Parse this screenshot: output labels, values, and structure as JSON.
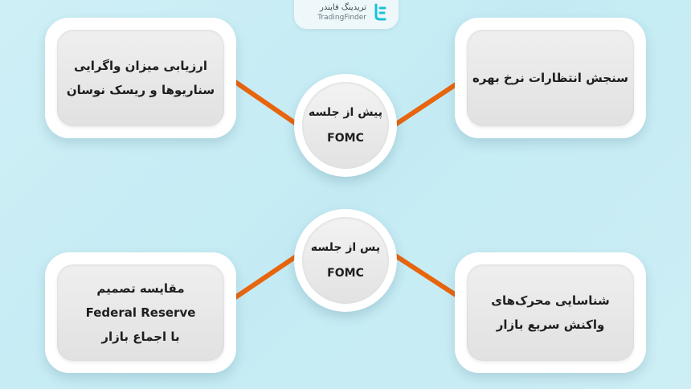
{
  "brand": {
    "name_fa": "تریدینگ فایندر",
    "name_en": "TradingFinder",
    "accent": "#19c1d8"
  },
  "colors": {
    "connector": "#e8650e",
    "background": "#c9edf5"
  },
  "hubs": {
    "before": {
      "line1": "پیش از جلسه",
      "line2": "FOMC"
    },
    "after": {
      "line1": "پس از جلسه",
      "line2": "FOMC"
    }
  },
  "cards": {
    "top_left": {
      "line1": "ارزیابی میزان واگرایی",
      "line2": "سناریوها و ریسک نوسان"
    },
    "top_right": {
      "line1": "سنجش انتظارات نرخ بهره"
    },
    "bottom_left": {
      "line1": "مقایسه تصمیم",
      "line2": "Federal Reserve",
      "line3": "با اجماع بازار"
    },
    "bottom_right": {
      "line1": "شناسایی محرک‌های",
      "line2": "واکنش سریع بازار"
    }
  }
}
